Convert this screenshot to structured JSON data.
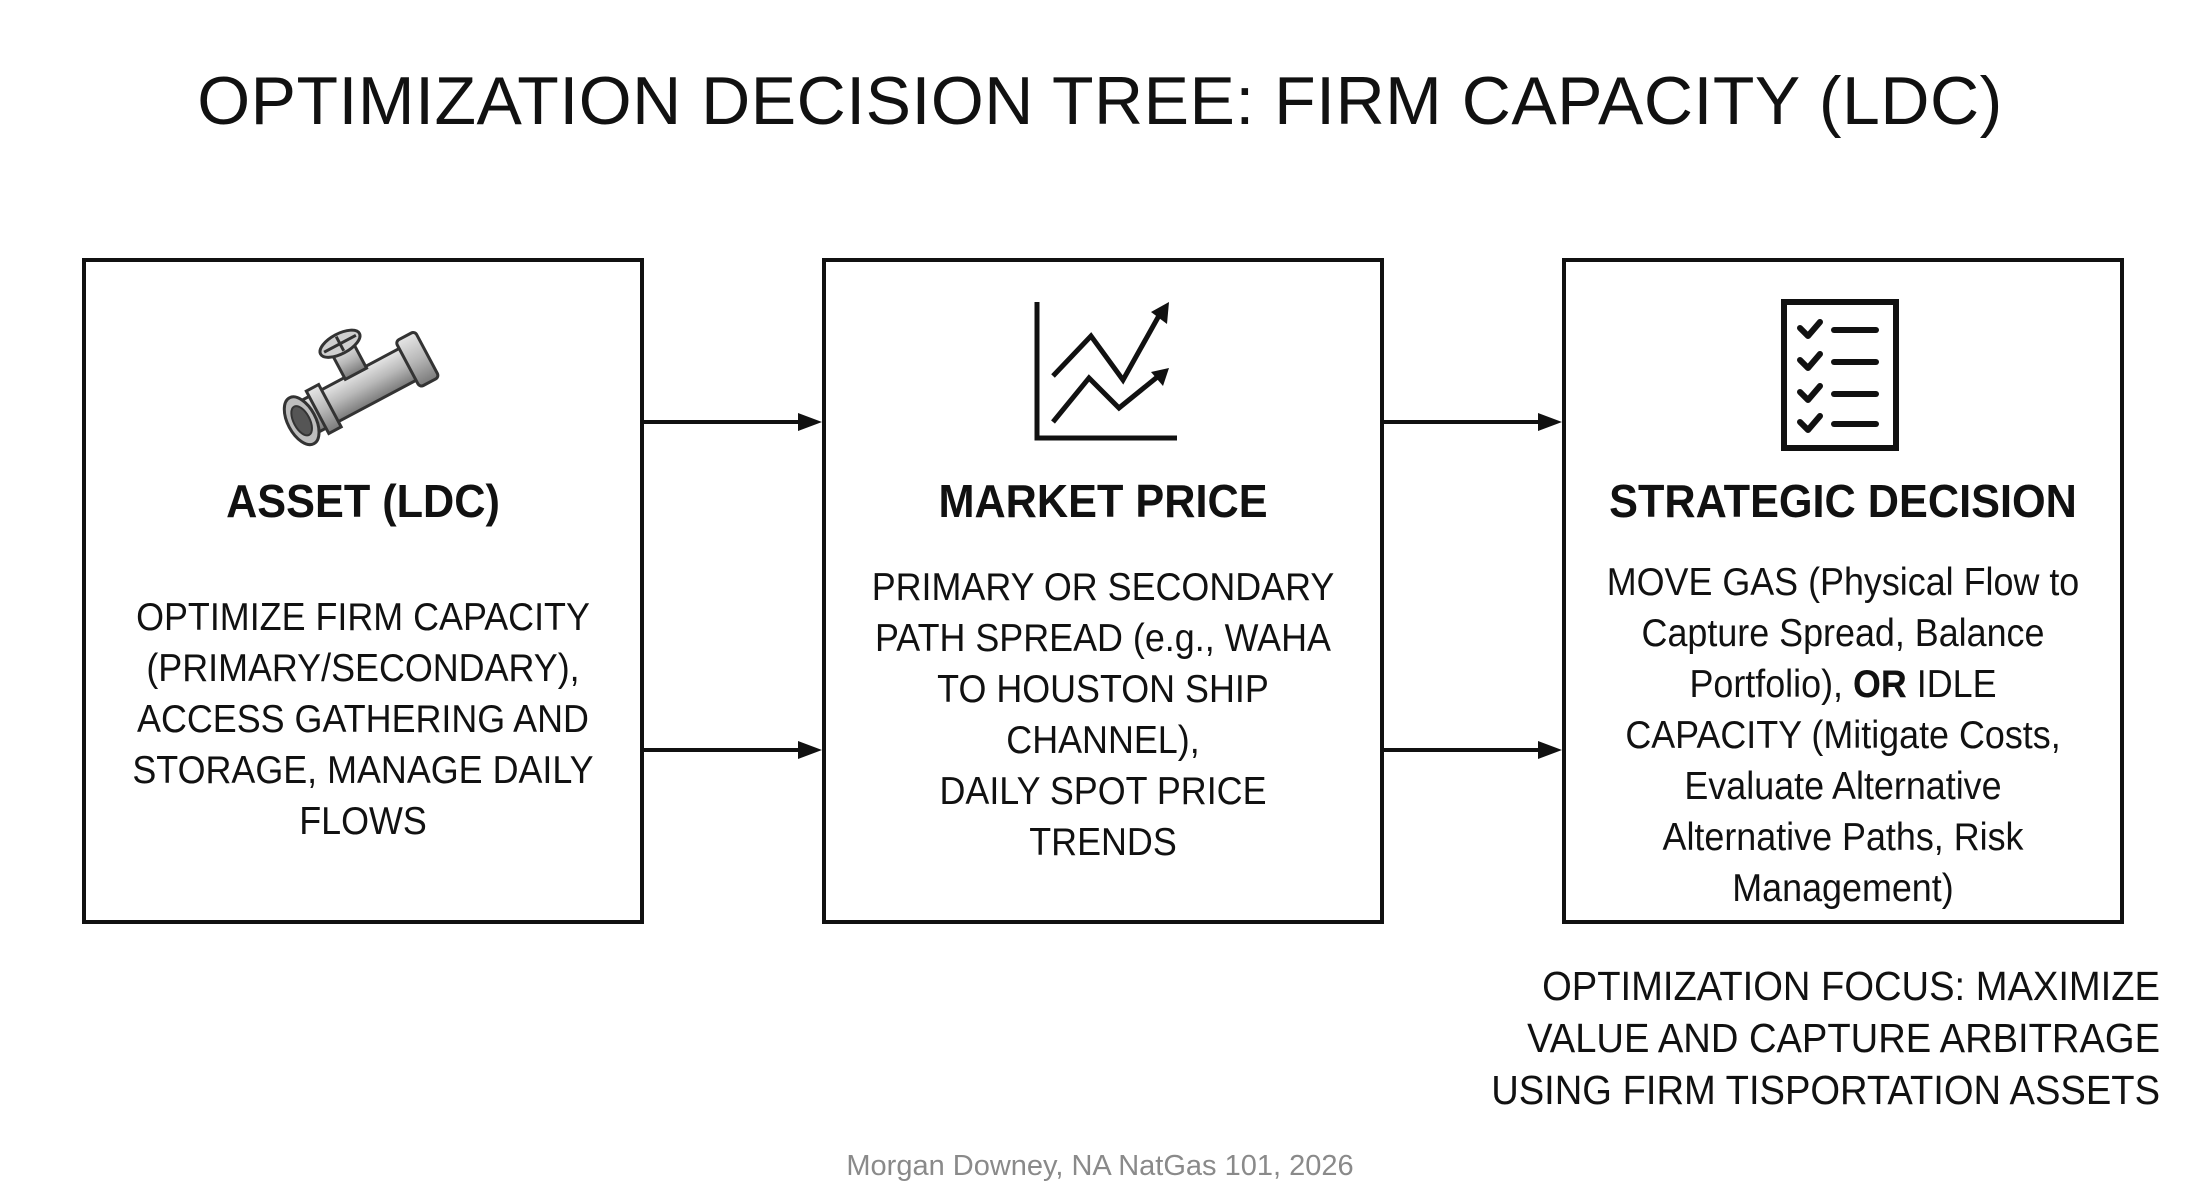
{
  "title": "OPTIMIZATION DECISION TREE: FIRM CAPACITY (LDC)",
  "boxes": {
    "asset": {
      "icon": "pipe-valve-icon",
      "heading": "ASSET (LDC)",
      "body": "OPTIMIZE FIRM CAPACITY (PRIMARY/SECONDARY), ACCESS GATHERING AND STORAGE, MANAGE DAILY FLOWS"
    },
    "market": {
      "icon": "line-chart-icon",
      "heading": "MARKET PRICE",
      "body_line1": "PRIMARY OR SECONDARY PATH SPREAD (e.g., WAHA TO HOUSTON SHIP CHANNEL),",
      "body_line2": "DAILY SPOT PRICE TRENDS"
    },
    "decision": {
      "icon": "checklist-icon",
      "heading": "STRATEGIC DECISION",
      "body_part1": "MOVE GAS (Physical Flow to Capture Spread, Balance Portfolio),",
      "body_or": "OR",
      "body_part2": "IDLE CAPACITY (Mitigate Costs, Evaluate Alternative Alternative Paths, Risk Management)"
    }
  },
  "focus_note": "OPTIMIZATION FOCUS: MAXIMIZE VALUE AND CAPTURE ARBITRAGE USING FIRM TISPORTATION ASSETS",
  "footer": "Morgan Downey, NA NatGas 101, 2026",
  "colors": {
    "stroke": "#111111",
    "footer": "#8a8a8a",
    "pipe_metal": "#9a9a9a"
  }
}
